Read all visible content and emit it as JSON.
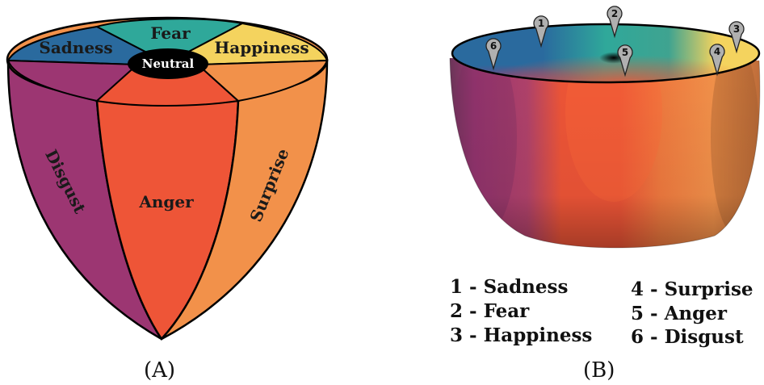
{
  "panel_a": {
    "caption": "(A)",
    "labels": {
      "sadness": "Sadness",
      "fear": "Fear",
      "happiness": "Happiness",
      "neutral": "Neutral",
      "disgust": "Disgust",
      "anger": "Anger",
      "surprise": "Surprise"
    }
  },
  "panel_b": {
    "caption": "(B)",
    "pins": [
      "1",
      "2",
      "3",
      "4",
      "5",
      "6"
    ],
    "legend": [
      "1 - Sadness",
      "2 - Fear",
      "3 - Happiness",
      "4 - Surprise",
      "5 - Anger",
      "6 - Disgust"
    ]
  },
  "colors": {
    "sadness": "#2a6a9e",
    "fear": "#2fa89a",
    "happiness": "#f4d35e",
    "neutral": "#000000",
    "disgust": "#9c3672",
    "anger": "#ee5537",
    "surprise": "#f2914a",
    "pin": "#b0b0b0"
  }
}
